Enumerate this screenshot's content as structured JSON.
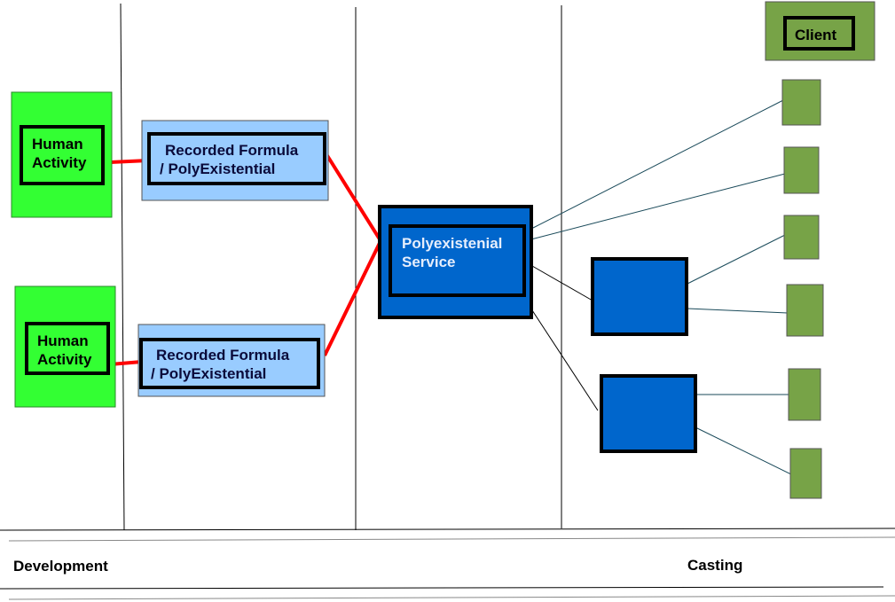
{
  "colors": {
    "human_fill": "#33ff33",
    "formula_fill": "#99ccff",
    "service_fill": "#0066cc",
    "client_fill": "#77a347",
    "red_link": "#ff0000",
    "teal_link": "#1a4a5a"
  },
  "nodes": {
    "human_activity_1": [
      "Human",
      "Activity"
    ],
    "human_activity_2": [
      "Human",
      "Activity"
    ],
    "recorded_formula_1": [
      "Recorded Formula",
      "/ PolyExistential"
    ],
    "recorded_formula_2": [
      "Recorded Formula",
      "/ PolyExistential"
    ],
    "polyexistential_service": [
      "Polyexistenial",
      "Service"
    ],
    "client": "Client"
  },
  "footer": {
    "development": "Development",
    "casting": "Casting"
  }
}
